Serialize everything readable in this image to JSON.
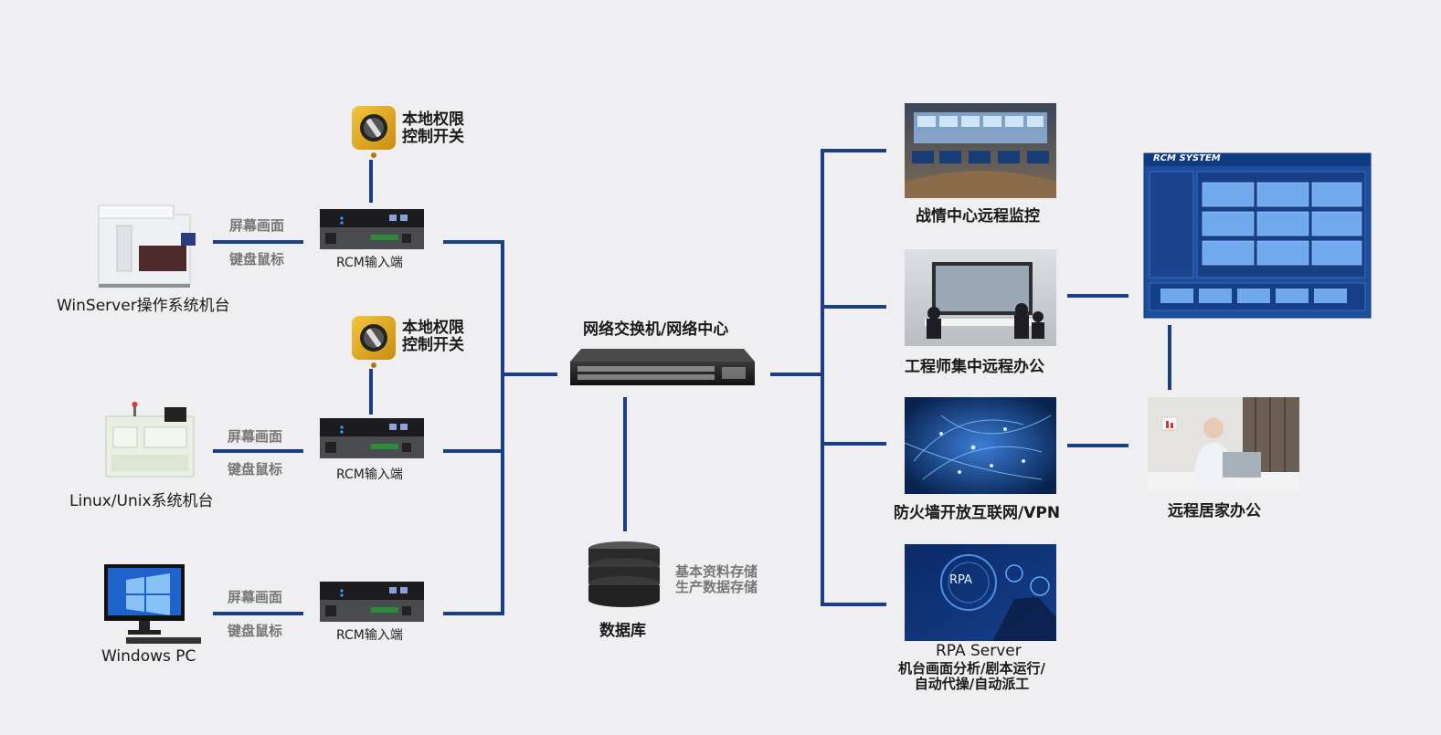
{
  "labels": {
    "local_switch": "本地权限控制开关",
    "local_switch_line1": "本地权限",
    "local_switch_line2": "控制开关",
    "screen": "屏幕画面",
    "kbd_mouse": "键盘鼠标",
    "rcm_input": "RCM输入端",
    "winserver": "WinServer操作系统机台",
    "linux": "Linux/Unix系统机台",
    "windows_pc": "Windows PC",
    "switch": "网络交换机/网络中心",
    "database": "数据库",
    "db_note1": "基本资料存储",
    "db_note2": "生产数据存储",
    "war_room": "战情中心远程监控",
    "engineer_office": "工程师集中远程办公",
    "firewall": "防火墙开放互联网/VPN",
    "rpa_server": "RPA Server",
    "rpa_desc1": "机台画面分析/剧本运行/",
    "rpa_desc2": "自动代操/自动派工",
    "home_office": "远程居家办公",
    "rcm_system": "RCM SYSTEM",
    "rpa_badge": "RPA"
  },
  "colors": {
    "line": "#1b3f85",
    "background": "#efeff1",
    "rcm_blue": "#1d4e9e"
  }
}
